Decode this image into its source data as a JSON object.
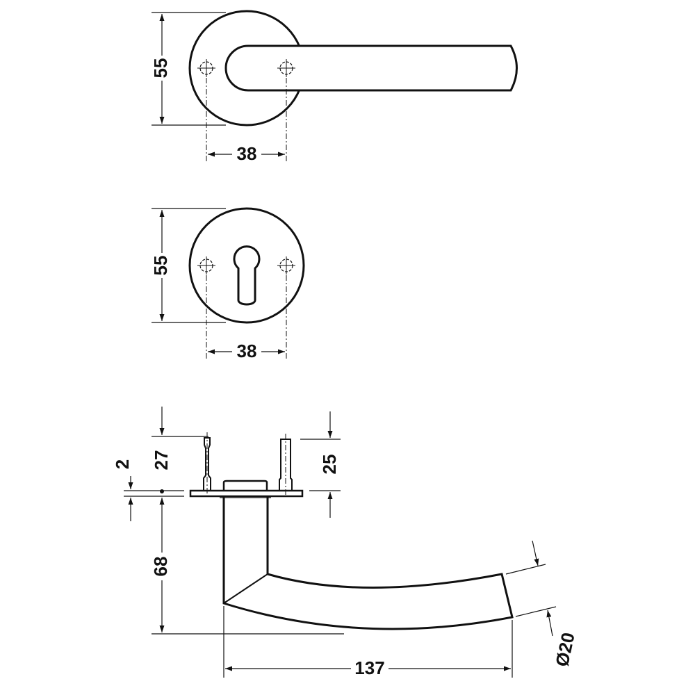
{
  "views": {
    "top_rose_lever": {
      "height_label": "55",
      "hole_spacing_label": "38"
    },
    "escutcheon": {
      "height_label": "55",
      "hole_spacing_label": "38"
    },
    "side": {
      "pin_length_label": "27",
      "plate_thickness_label": "2",
      "pin_right_label": "25",
      "offset_label": "68",
      "projection_label": "137",
      "diameter_label": "Ø20"
    }
  },
  "colors": {
    "line": "#111111",
    "background": "#ffffff"
  }
}
